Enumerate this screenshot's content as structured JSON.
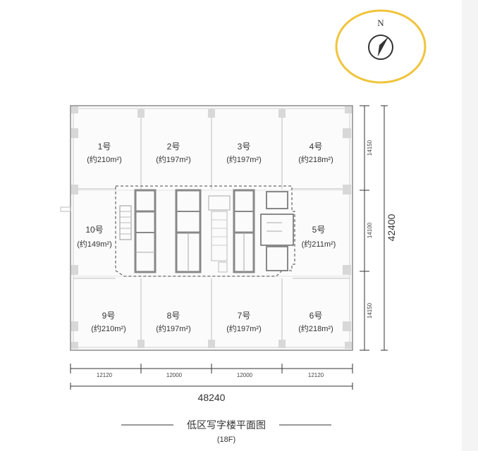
{
  "compass": {
    "north_label": "N",
    "icon": "north-arrow-icon",
    "highlight_color": "#f0c43c"
  },
  "units": {
    "u1": {
      "name": "1号",
      "area": "(约210m²)"
    },
    "u2": {
      "name": "2号",
      "area": "(约197m²)"
    },
    "u3": {
      "name": "3号",
      "area": "(约197m²)"
    },
    "u4": {
      "name": "4号",
      "area": "(约218m²)"
    },
    "u5": {
      "name": "5号",
      "area": "(约211m²)"
    },
    "u6": {
      "name": "6号",
      "area": "(约218m²)"
    },
    "u7": {
      "name": "7号",
      "area": "(约197m²)"
    },
    "u8": {
      "name": "8号",
      "area": "(约197m²)"
    },
    "u9": {
      "name": "9号",
      "area": "(约210m²)"
    },
    "u10": {
      "name": "10号",
      "area": "(约149m²)"
    }
  },
  "dimensions": {
    "right": [
      "14150",
      "14100",
      "14150"
    ],
    "right_total": "42400",
    "bottom": [
      "12120",
      "12000",
      "12000",
      "12120"
    ],
    "bottom_total": "48240"
  },
  "caption": {
    "title": "低区写字楼平面图",
    "floor": "(18F)"
  },
  "colors": {
    "wall": "#9a9a9a",
    "column": "#d8d8d8",
    "core_dash": "#444444"
  }
}
